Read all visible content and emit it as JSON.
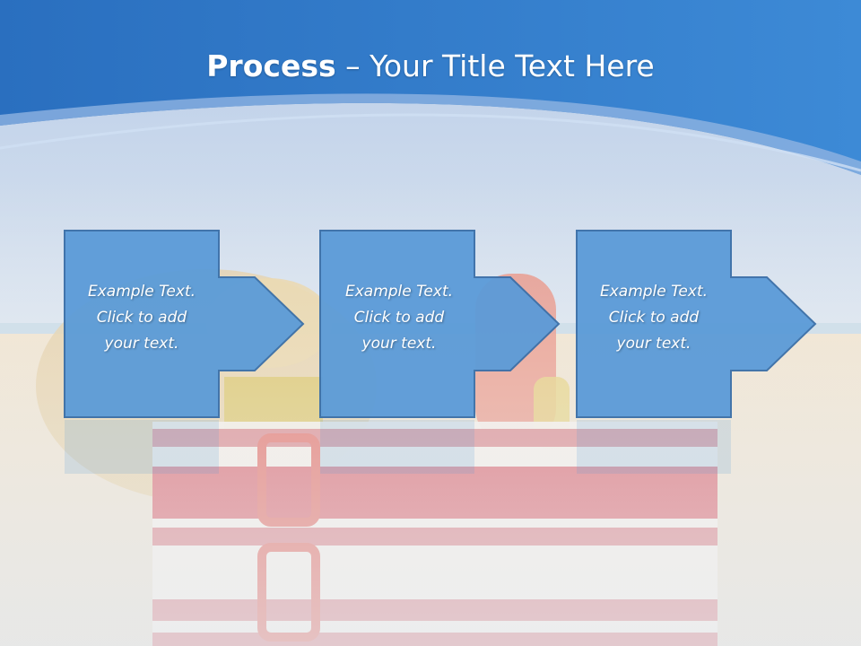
{
  "slide": {
    "title_bold": "Process",
    "title_rest": " – Your Title Text Here"
  },
  "steps": [
    {
      "lines": [
        "Example Text.",
        "Click  to add",
        "your text."
      ]
    },
    {
      "lines": [
        "Example Text.",
        "Click  to add",
        "your text."
      ]
    },
    {
      "lines": [
        "Example Text.",
        "Click  to add",
        "your text."
      ]
    }
  ],
  "colors": {
    "header_blue": "#2f79c9",
    "box_fill": "#5b9bd8",
    "box_stroke": "#3a6fa8",
    "sand": "#e8dcc6"
  }
}
